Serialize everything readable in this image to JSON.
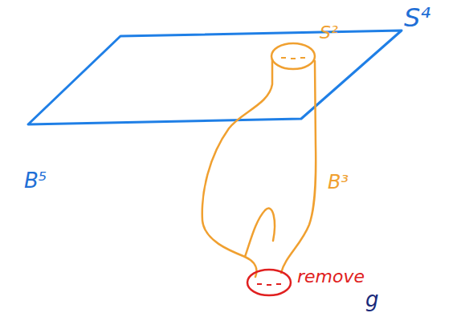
{
  "diagram": {
    "labels": [
      "S⁴",
      "S²",
      "B⁵",
      "B³",
      "remove",
      "g"
    ]
  }
}
